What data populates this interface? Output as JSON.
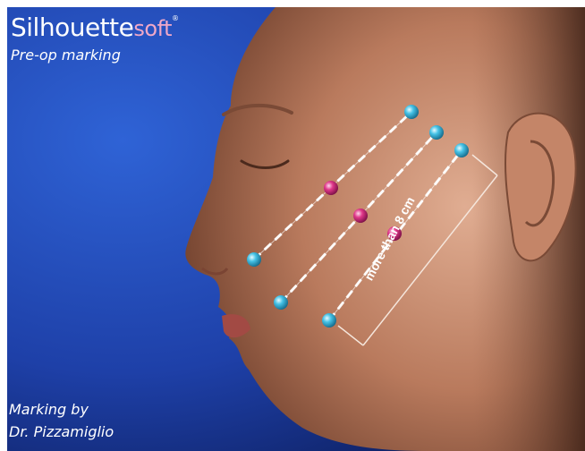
{
  "brand": {
    "name_part1": "Silhouette",
    "name_part2": "soft",
    "mark": "®"
  },
  "subtitle": "Pre-op marking",
  "credit": {
    "line1": "Marking by",
    "line2": "Dr. Pizzamiglio"
  },
  "annotation": {
    "measurement_label": "more than 8 cm"
  },
  "colors": {
    "background_blue": "#1f3f9a",
    "skin": "#c98f73",
    "marker_blue": "#3fb4d8",
    "marker_pink": "#d2337f",
    "arrow_white": "#ffffff"
  }
}
